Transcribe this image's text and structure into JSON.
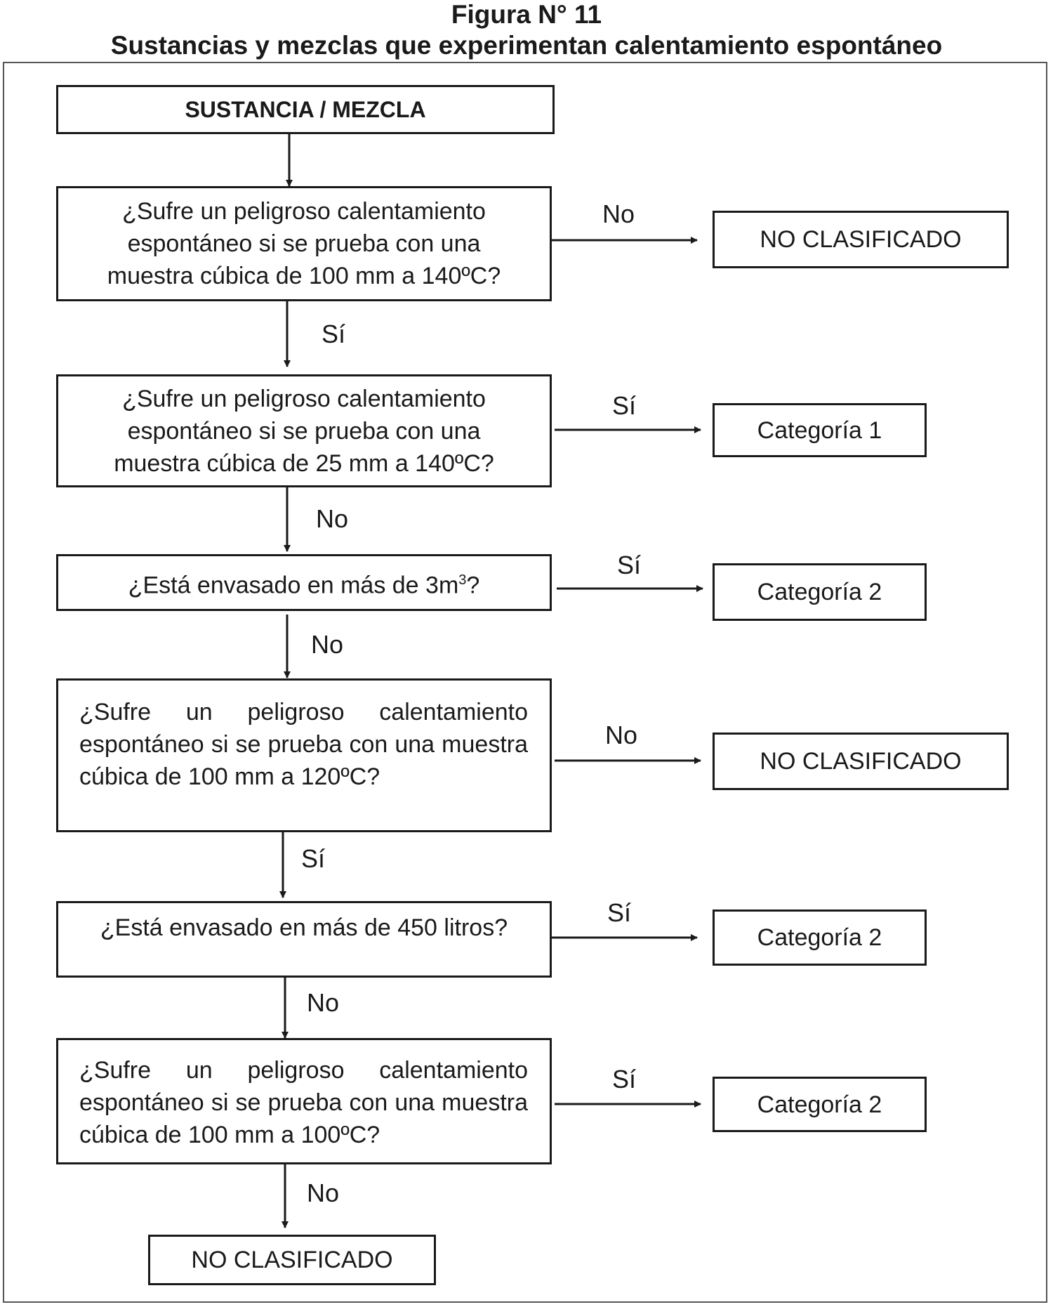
{
  "figure": {
    "title": "Figura N° 11",
    "subtitle": "Sustancias y mezclas que experimentan calentamiento espontáneo"
  },
  "flow": {
    "start": "SUSTANCIA / MEZCLA",
    "questions": [
      {
        "text": "¿Sufre un peligroso calentamiento espontáneo si se prueba con una muestra cúbica de 100 mm a 140ºC?",
        "side_label": "No",
        "side_result": "NO CLASIFICADO",
        "down_label": "Sí"
      },
      {
        "text": "¿Sufre un peligroso calentamiento espontáneo si se prueba con una muestra cúbica de 25 mm a 140ºC?",
        "side_label": "Sí",
        "side_result": "Categoría 1",
        "down_label": "No"
      },
      {
        "text_pre": "¿Está envasado en más de 3m",
        "text_sup": "3",
        "text_post": "?",
        "side_label": "Sí",
        "side_result": "Categoría 2",
        "down_label": "No"
      },
      {
        "text": "¿Sufre un peligroso calentamiento espontáneo si se prueba con una muestra cúbica de 100 mm a 120ºC?",
        "side_label": "No",
        "side_result": "NO CLASIFICADO",
        "down_label": "Sí"
      },
      {
        "text": "¿Está envasado en más de 450 litros?",
        "side_label": "Sí",
        "side_result": "Categoría 2",
        "down_label": "No"
      },
      {
        "text": "¿Sufre un peligroso calentamiento espontáneo si se prueba con una muestra cúbica de 100 mm a 100ºC?",
        "side_label": "Sí",
        "side_result": "Categoría 2",
        "down_label": "No"
      }
    ],
    "end": "NO CLASIFICADO"
  }
}
